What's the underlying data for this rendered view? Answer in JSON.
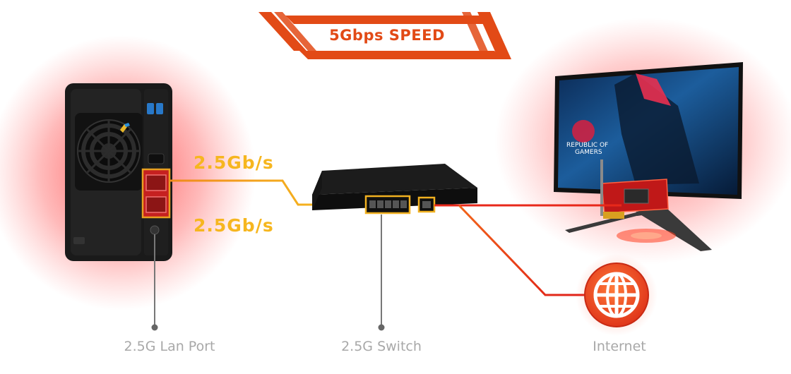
{
  "header": {
    "speed_label": "5Gbps SPEED"
  },
  "links": {
    "rate_top": "2.5Gb/s",
    "rate_bottom": "2.5Gb/s"
  },
  "monitor": {
    "brand_line1": "REPUBLIC OF",
    "brand_line2": "GAMERS"
  },
  "captions": {
    "lan_port": "2.5G Lan Port",
    "switch": "2.5G Switch",
    "internet": "Internet"
  },
  "colors": {
    "accent_orange": "#e24a16",
    "link_yellow": "#f6b61f",
    "link_red": "#e8231a",
    "caption_gray": "#a8a8a8",
    "glow_red": "#ff2a2a"
  }
}
